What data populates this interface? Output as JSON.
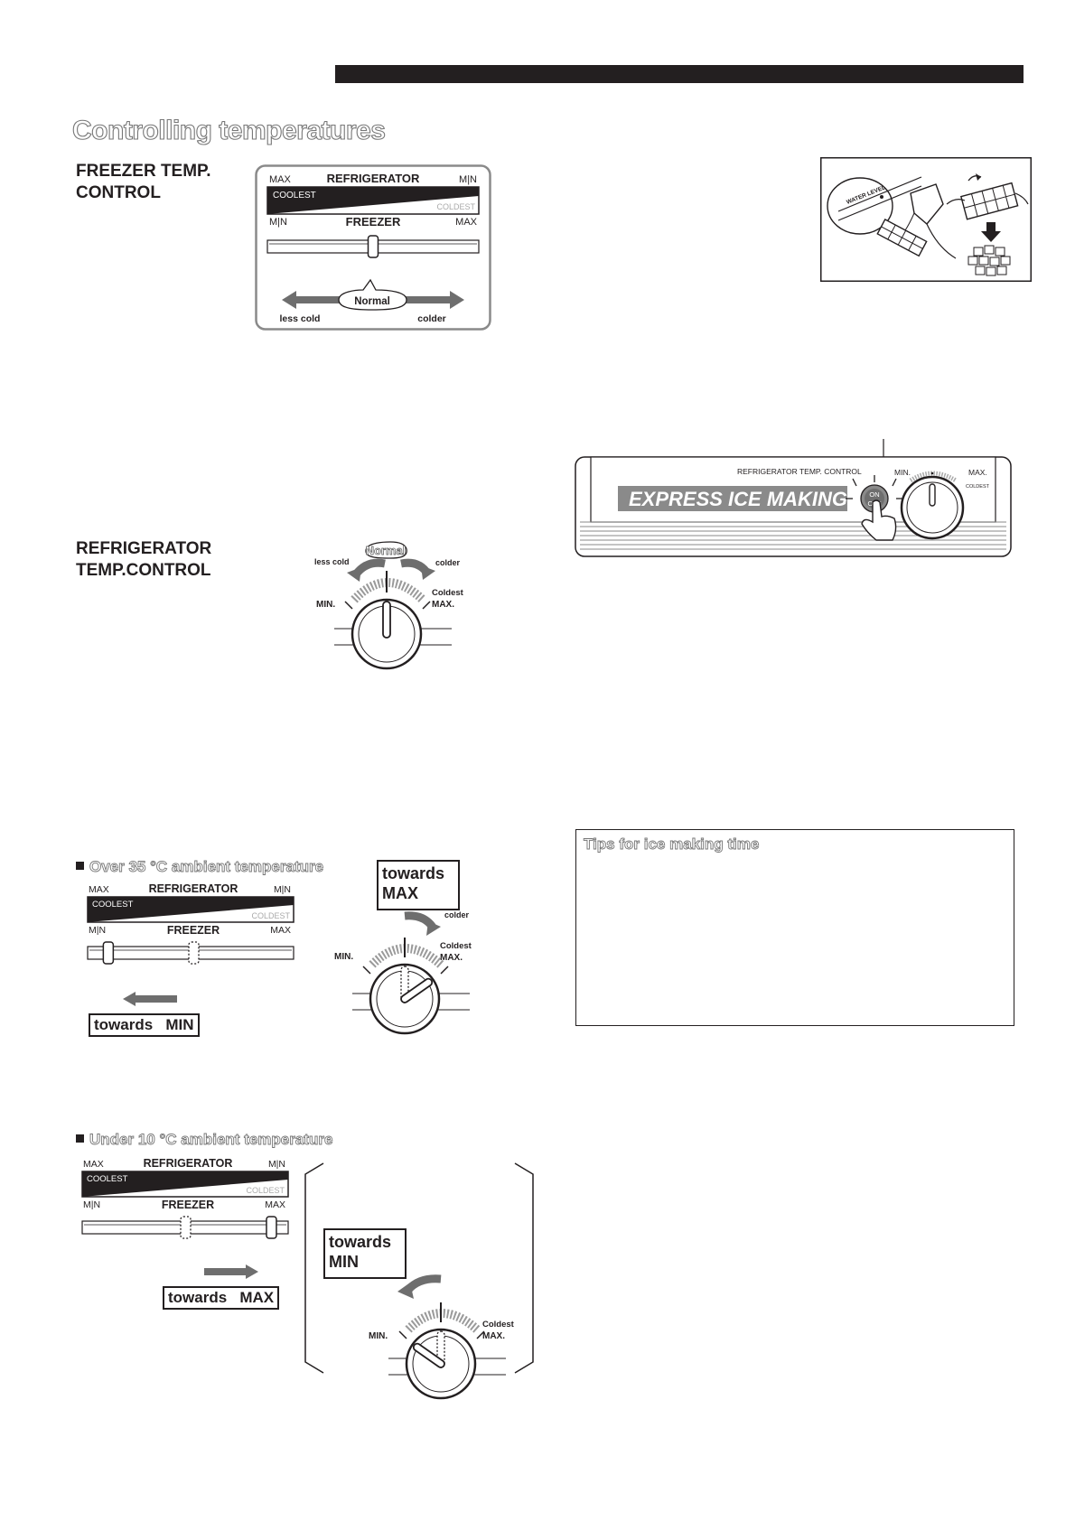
{
  "page": {
    "title": "Controlling temperatures"
  },
  "freezer_control": {
    "heading_line1": "FREEZER TEMP.",
    "heading_line2": "CONTROL",
    "panel": {
      "max_left": "MAX",
      "refrigerator": "REFRIGERATOR",
      "min_right": "M|N",
      "coolest": "COOLEST",
      "coldest": "COLDEST",
      "min_left": "M|N",
      "freezer": "FREEZER",
      "max_right": "MAX",
      "slider_level": 0.5
    },
    "normal": "Normal",
    "less_cold": "less cold",
    "colder": "colder"
  },
  "refrigerator_control": {
    "heading_line1": "REFRIGERATOR",
    "heading_line2": "TEMP.CONTROL",
    "normal": "Normal",
    "less_cold": "less cold",
    "colder": "colder",
    "coldest": "Coldest",
    "min": "MIN.",
    "max": "MAX."
  },
  "express_panel": {
    "temp_control_label": "REFRIGERATOR TEMP. CONTROL",
    "express_label": "EXPRESS ICE MAKING",
    "button_on": "ON",
    "button_off": "OFF",
    "min": "MIN.",
    "max": "MAX.",
    "coldest": "COLDEST"
  },
  "water_level_label": "WATER LEVEL",
  "tips": {
    "title": "Tips for ice making time"
  },
  "over35": {
    "title": "Over 35 °C ambient temperature",
    "towards_max_line1": "towards",
    "towards_max_line2": "MAX",
    "towards_min": "towards   MIN",
    "colder": "colder",
    "coldest": "Coldest",
    "min": "MIN.",
    "max": "MAX.",
    "slider_level": 0.08
  },
  "under10": {
    "title": "Under 10 °C ambient temperature",
    "towards_min_line1": "towards",
    "towards_min_line2": "MIN",
    "towards_max": "towards   MAX",
    "coldest": "Coldest",
    "min": "MIN.",
    "max": "MAX.",
    "slider_level": 0.94
  }
}
